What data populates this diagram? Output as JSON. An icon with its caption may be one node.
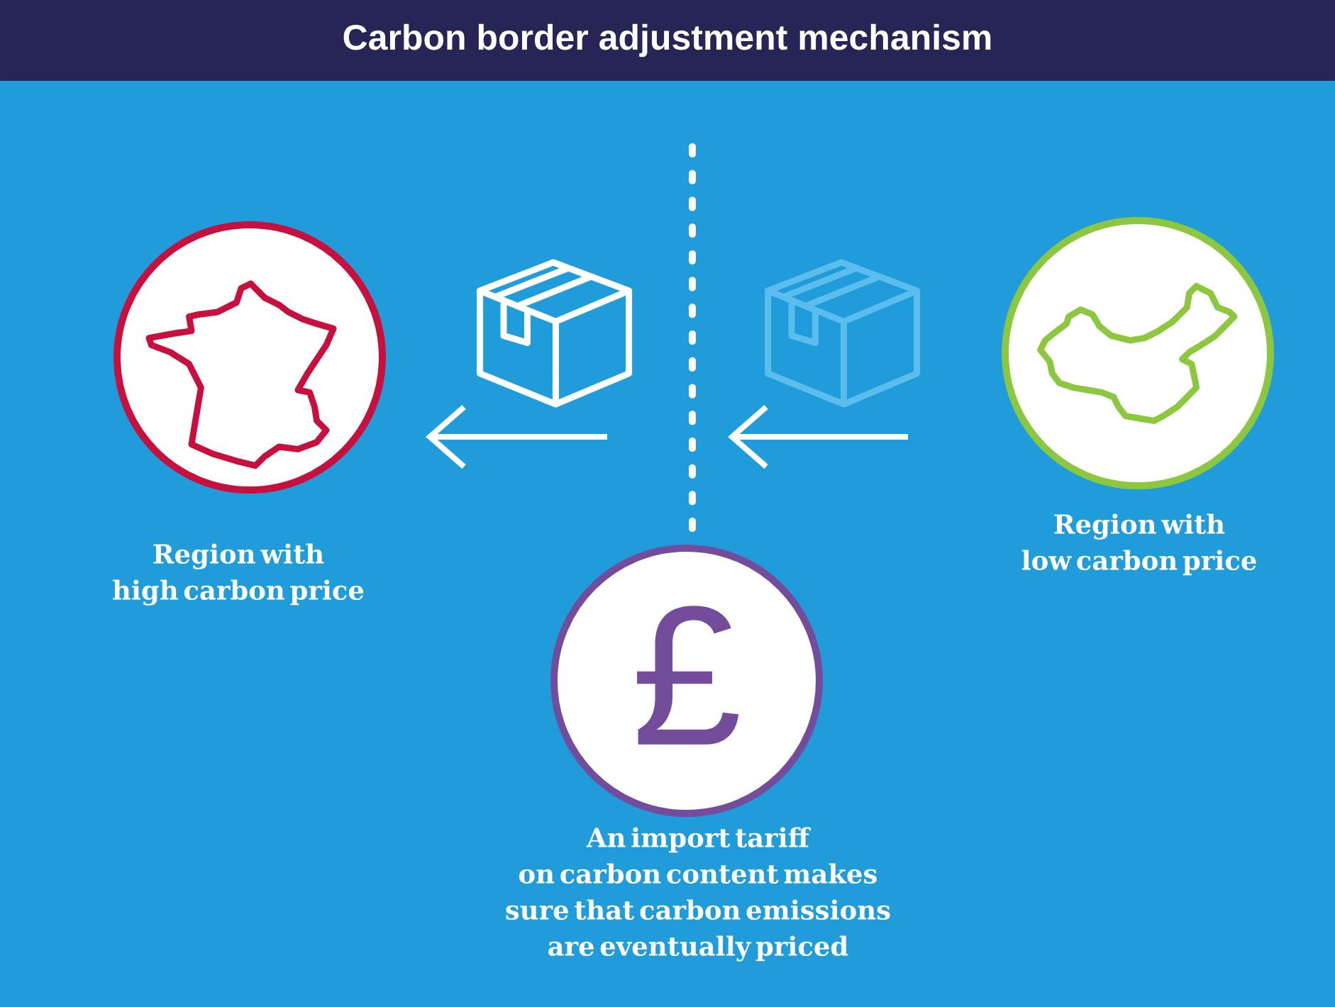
{
  "diagram": {
    "title": "Carbon border adjustment mechanism",
    "nodes": [
      {
        "text": [],
        "shape": "circle",
        "beside": [
          "Region with high carbon price"
        ]
      },
      {
        "text": [],
        "shape": "circle",
        "beside": [
          "Region with low carbon price"
        ]
      },
      {
        "text": [
          "£"
        ],
        "beside": [
          "An import tariff on carbon content makes sure that carbon emissions are eventually priced"
        ]
      }
    ]
  }
}
